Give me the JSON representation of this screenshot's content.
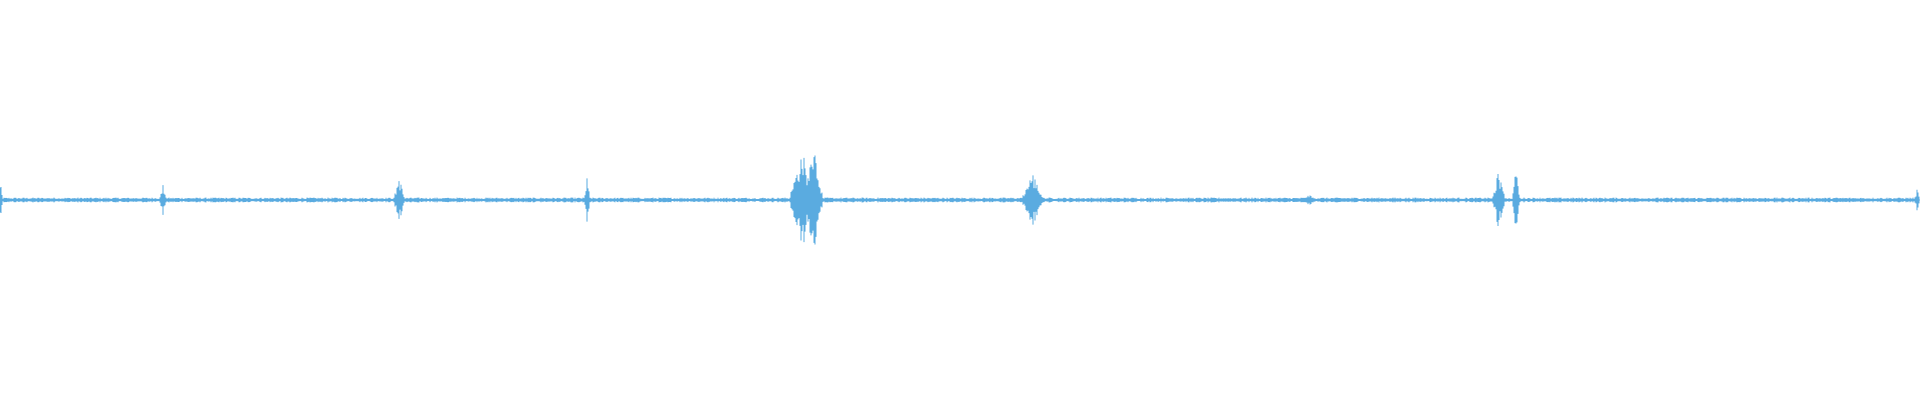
{
  "waveform": {
    "color": "#5aabe0",
    "background": "#ffffff",
    "baseline_amplitude": 0.012,
    "bursts": [
      {
        "position": 0.0,
        "amplitude": 0.1,
        "width": 0.0015
      },
      {
        "position": 0.085,
        "amplitude": 0.08,
        "width": 0.002
      },
      {
        "position": 0.208,
        "amplitude": 0.12,
        "width": 0.003
      },
      {
        "position": 0.306,
        "amplitude": 0.12,
        "width": 0.0015
      },
      {
        "position": 0.418,
        "amplitude": 0.25,
        "width": 0.007
      },
      {
        "position": 0.424,
        "amplitude": 0.3,
        "width": 0.005
      },
      {
        "position": 0.538,
        "amplitude": 0.14,
        "width": 0.006
      },
      {
        "position": 0.682,
        "amplitude": 0.03,
        "width": 0.004
      },
      {
        "position": 0.781,
        "amplitude": 0.15,
        "width": 0.0035
      },
      {
        "position": 0.79,
        "amplitude": 0.17,
        "width": 0.002
      },
      {
        "position": 0.999,
        "amplitude": 0.06,
        "width": 0.0015
      }
    ]
  }
}
